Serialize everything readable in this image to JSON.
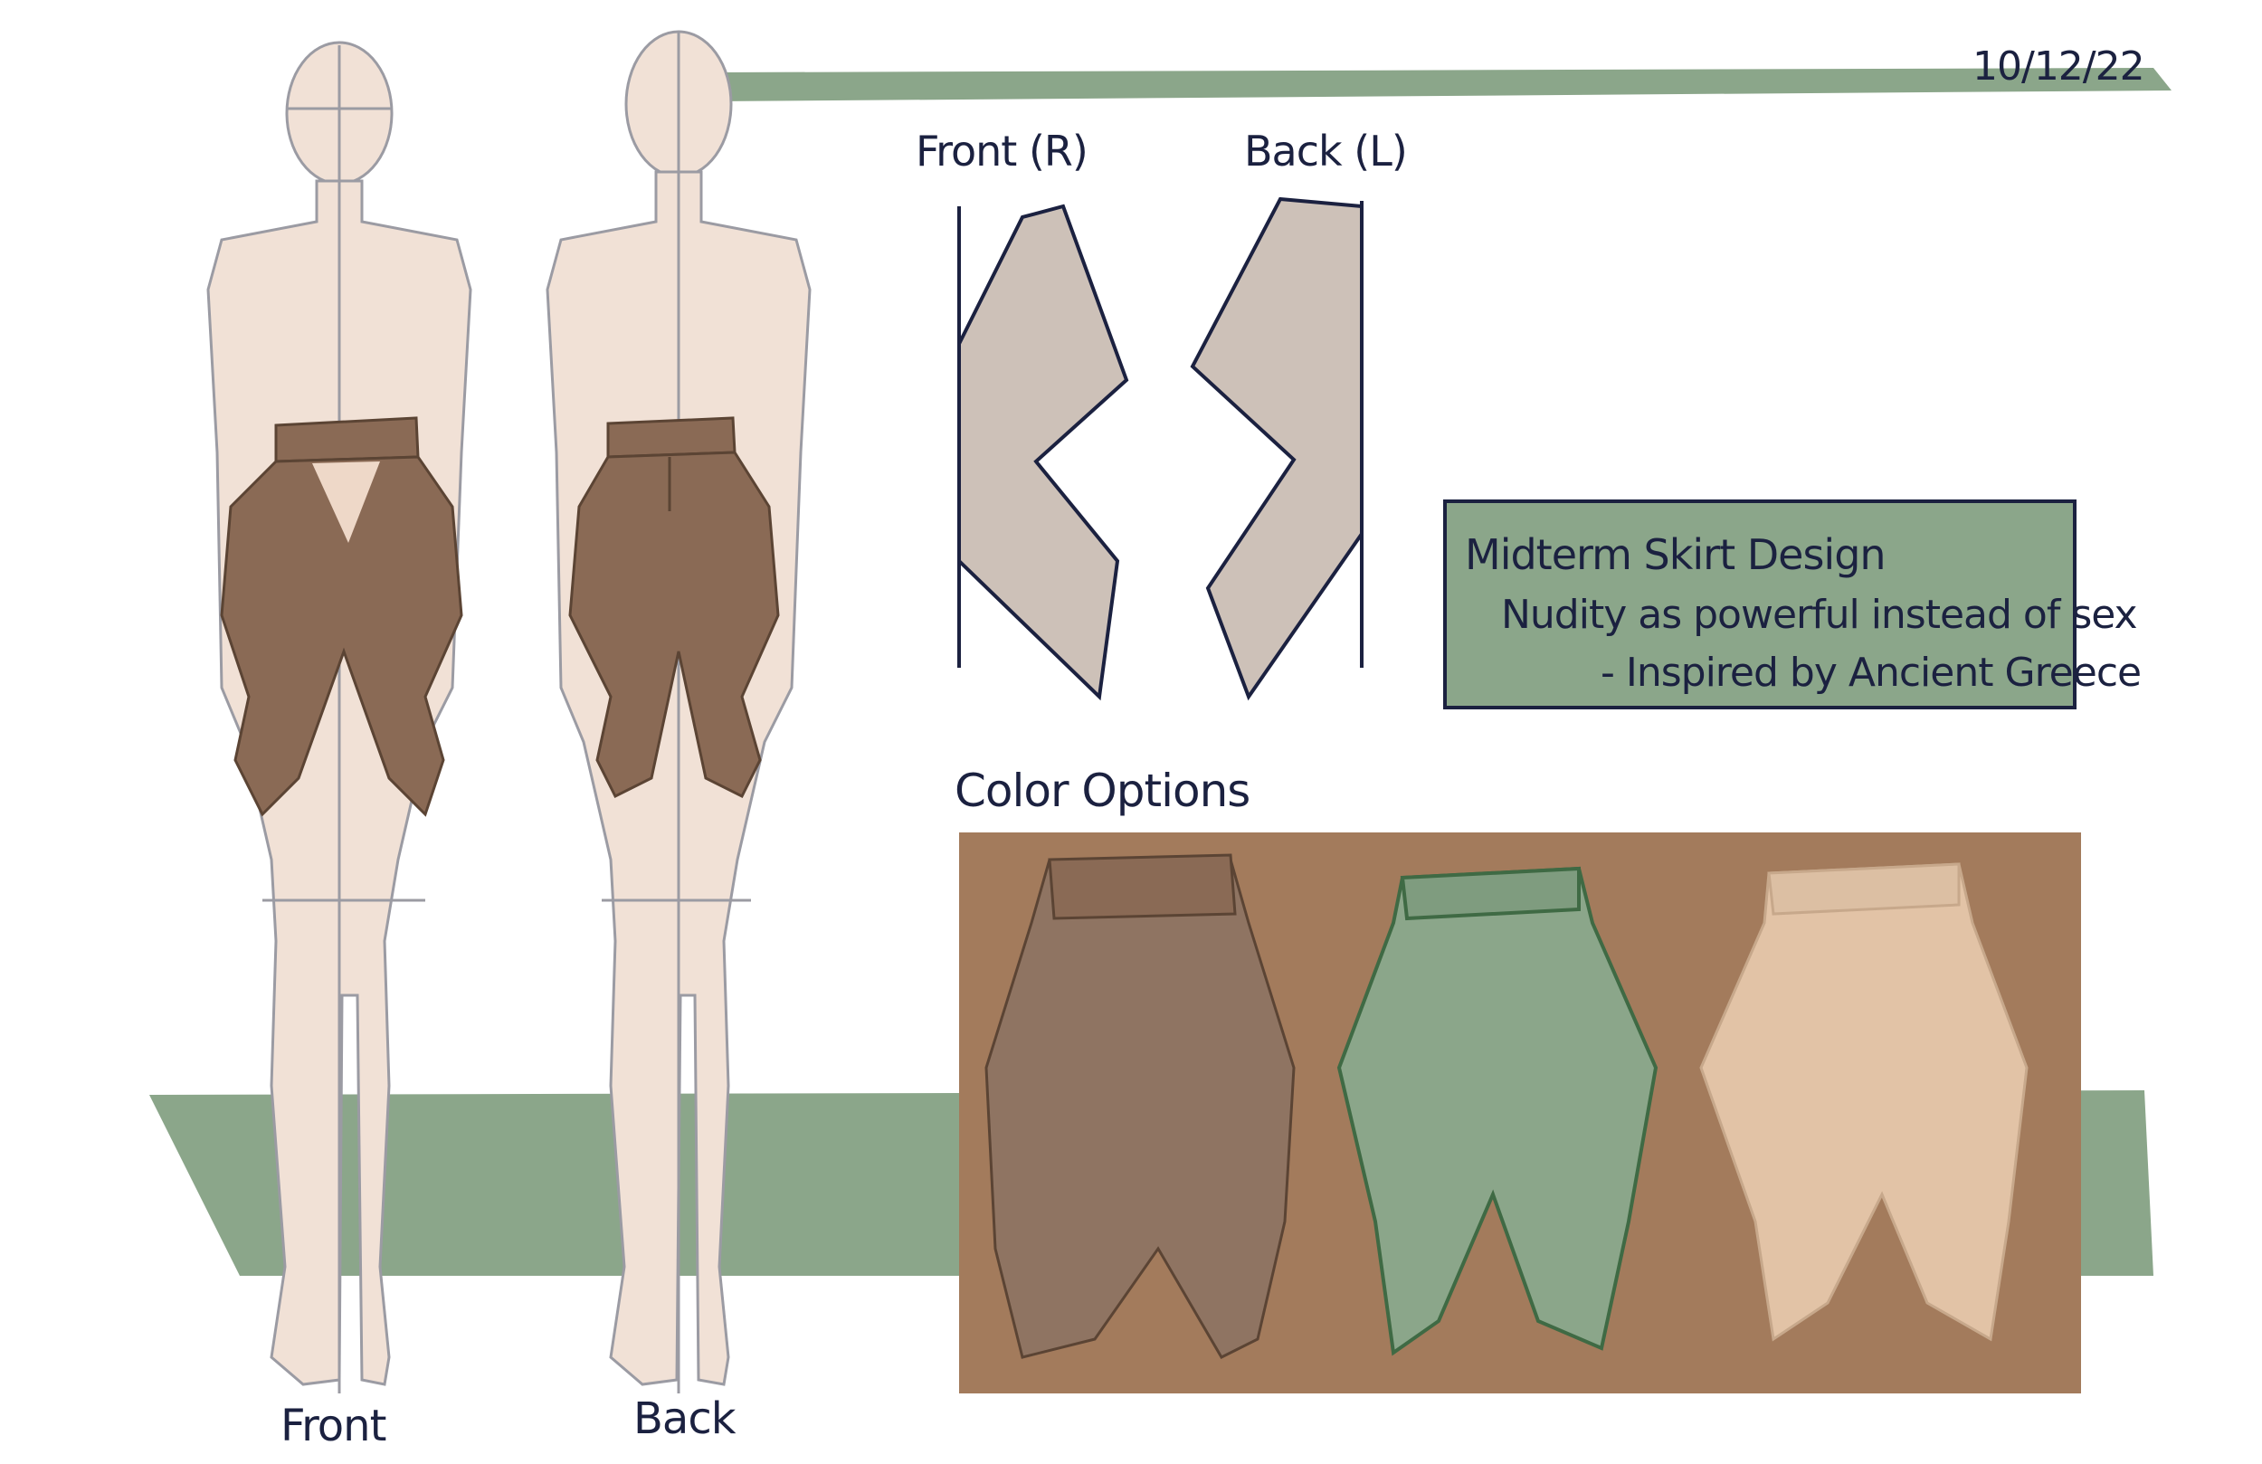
{
  "date": "10/12/22",
  "pattern_labels": {
    "front": "Front (R)",
    "back": "Back (L)"
  },
  "color_options_label": "Color Options",
  "info_box": {
    "title": "Midterm Skirt Design",
    "line1": "Nudity as powerful instead of sex",
    "line2": "- Inspired by Ancient Greece"
  },
  "figure_labels": {
    "front": "Front",
    "back": "Back"
  },
  "colors": {
    "accent_green": "#8ba68a",
    "skin_light": "#f1e1d6",
    "skirt_brown": "#8a6a55",
    "pattern_fill": "#cdc1b8",
    "skin_dark": "#a37b5c",
    "option_brown": "#8f7462",
    "option_green": "#8ba68a",
    "option_nude": "#e2c3a6",
    "ink": "#1b2140"
  },
  "color_options": [
    {
      "name": "brown",
      "fill": "#8f7462",
      "band": "#8a6a55"
    },
    {
      "name": "green",
      "fill": "#8ba68a",
      "band": "#7f9c7f"
    },
    {
      "name": "nude",
      "fill": "#e2c3a6",
      "band": "#dcbfa3"
    }
  ]
}
